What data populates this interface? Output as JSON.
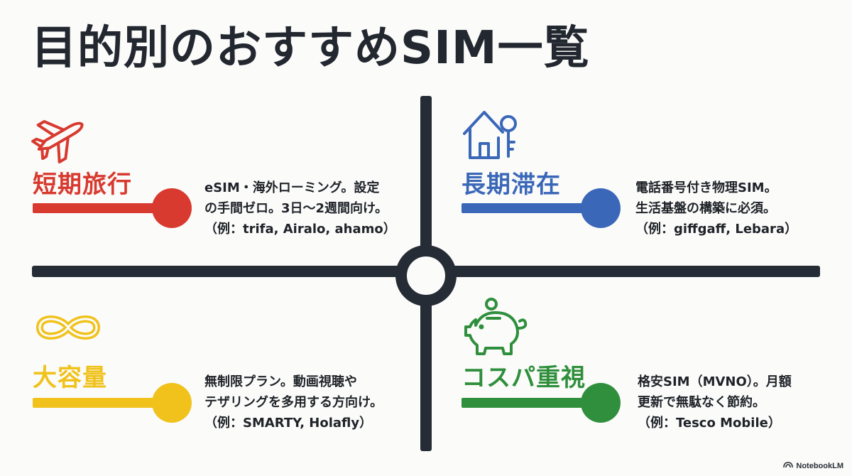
{
  "title": "目的別のおすすめSIM一覧",
  "colors": {
    "red": "#d83a2f",
    "blue": "#3a67b8",
    "yellow": "#f0c21b",
    "green": "#2f8f3c",
    "axis": "#262c35"
  },
  "quadrants": {
    "short_trip": {
      "icon": "airplane-icon",
      "label": "短期旅行",
      "lines": [
        "eSIM・海外ローミング。設定",
        "の手間ゼロ。3日〜2週間向け。",
        "（例：trifa, Airalo, ahamo）"
      ]
    },
    "long_stay": {
      "icon": "house-key-icon",
      "label": "長期滞在",
      "lines": [
        "電話番号付き物理SIM。",
        "生活基盤の構築に必須。",
        "（例：giffgaff, Lebara）"
      ]
    },
    "large_data": {
      "icon": "infinity-icon",
      "label": "大容量",
      "lines": [
        "無制限プラン。動画視聴や",
        "テザリングを多用する方向け。",
        "（例：SMARTY, Holafly）"
      ]
    },
    "cost": {
      "icon": "piggy-bank-icon",
      "label": "コスパ重視",
      "lines": [
        "格安SIM（MVNO）。月額",
        "更新で無駄なく節約。",
        "（例：Tesco Mobile）"
      ]
    }
  },
  "brand": {
    "icon": "notebooklm-icon",
    "label": "NotebookLM"
  }
}
